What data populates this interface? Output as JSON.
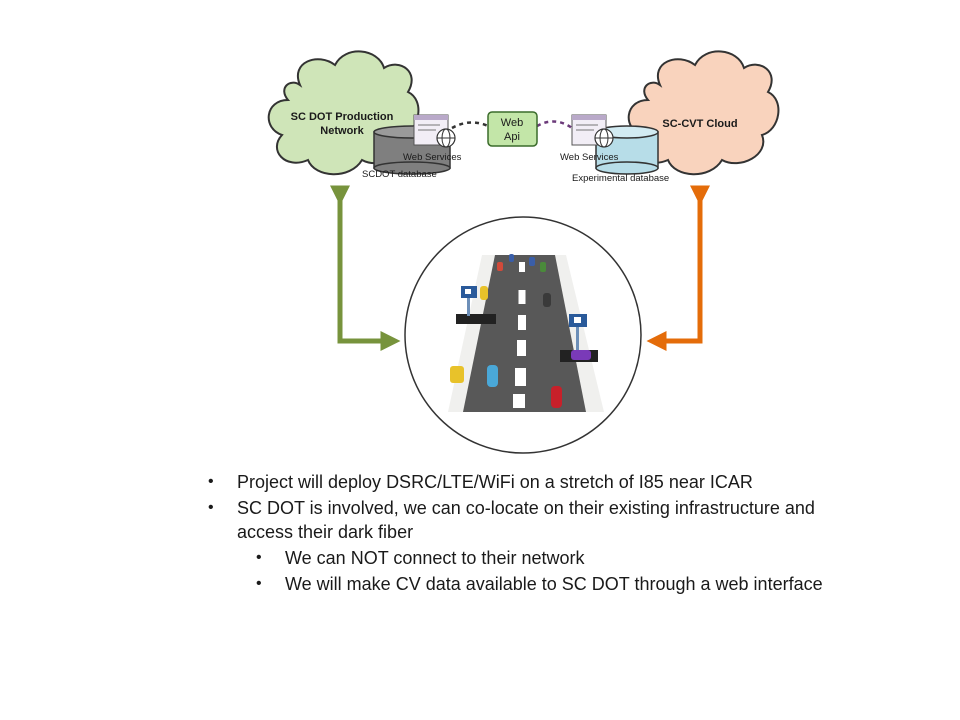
{
  "diagram": {
    "left_cloud_label_line1": "SC DOT Production",
    "left_cloud_label_line2": "Network",
    "right_cloud_label": "SC-CVT Cloud",
    "web_api_line1": "Web",
    "web_api_line2": "Api",
    "left_web_services": "Web Services",
    "right_web_services": "Web Services",
    "left_db_label": "SCDOT database",
    "right_db_label": "Experimental database",
    "colors": {
      "left_cloud": "#cfe5b8",
      "right_cloud": "#f9d3bd",
      "left_arrow": "#77933c",
      "right_arrow": "#e46c0a",
      "web_api_box": "#c3e6a8",
      "left_db": "#7f7f7f",
      "right_db": "#b7dde8"
    }
  },
  "bullets": [
    {
      "level": 1,
      "text": "Project will deploy DSRC/LTE/WiFi on a stretch of I85 near ICAR"
    },
    {
      "level": 1,
      "text": "SC DOT is involved, we can co-locate on their existing infrastructure and access their dark fiber"
    },
    {
      "level": 2,
      "text": "We can NOT connect to their network"
    },
    {
      "level": 2,
      "text": "We will make CV data available to SC DOT through a web interface"
    }
  ]
}
